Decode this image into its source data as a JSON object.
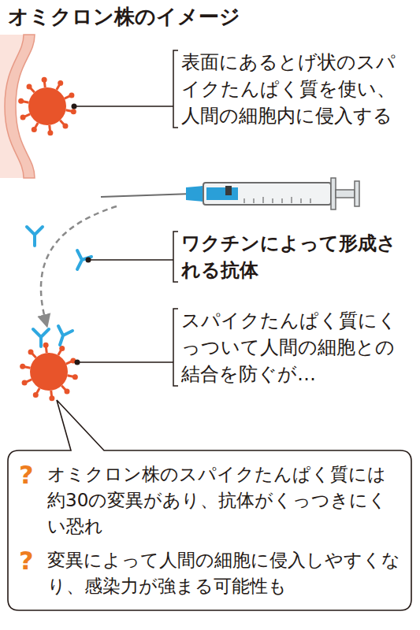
{
  "diagram": {
    "title": "オミクロン株のイメージ",
    "nodes": [
      {
        "text": [
          "?",
          "オミクロン株のスパイクたんぱく質には約30の変異があり、抗体がくっつきにくい恐れ",
          "?",
          "変異によって人間の細胞に侵入しやすくなり、感染力が強まる可能性も"
        ]
      }
    ],
    "labels": [
      "表面にあるとげ状のスパイクたんぱく質を使い、人間の細胞内に侵入する",
      "ワクチンによって形成される抗体",
      "スパイクたんぱく質にくっついて人間の細胞との結合を防ぐが…"
    ]
  }
}
